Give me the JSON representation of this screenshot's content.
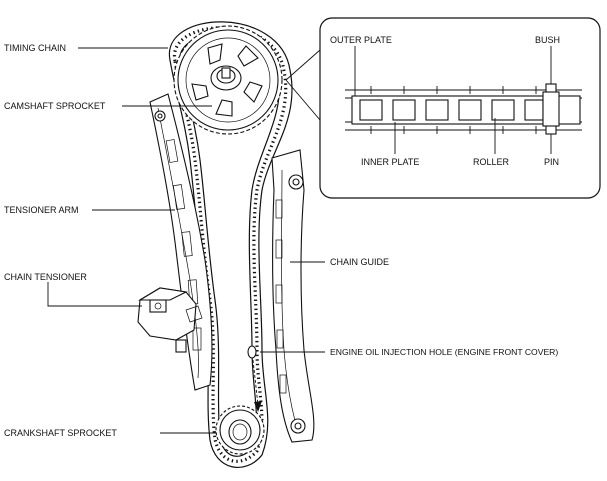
{
  "labels": {
    "timing_chain": "TIMING CHAIN",
    "camshaft_sprocket": "CAMSHAFT SPROCKET",
    "tensioner_arm": "TENSIONER ARM",
    "chain_tensioner": "CHAIN TENSIONER",
    "crankshaft_sprocket": "CRANKSHAFT SPROCKET",
    "chain_guide": "CHAIN GUIDE",
    "engine_oil_injection_hole": "ENGINE OIL INJECTION HOLE (ENGINE FRONT COVER)"
  },
  "detail": {
    "outer_plate": "OUTER PLATE",
    "bush": "BUSH",
    "inner_plate": "INNER PLATE",
    "roller": "ROLLER",
    "pin": "PIN"
  }
}
